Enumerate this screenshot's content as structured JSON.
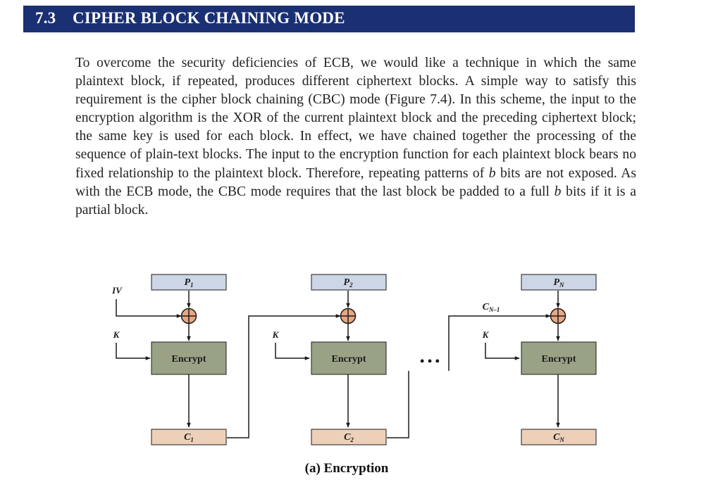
{
  "section": {
    "number": "7.3",
    "title": "CIPHER BLOCK CHAINING MODE"
  },
  "paragraph": {
    "p1": "To overcome the security deficiencies of ECB, we would like a technique in which the same plaintext block, if repeated, produces different ciphertext blocks. A simple way to satisfy this requirement is the cipher block chaining (CBC) mode (Figure 7.4). In this scheme, the input to the encryption algorithm is the XOR of the current plaintext block and the preceding ciphertext block; the same key is used for each block. In effect, we have chained together the processing of the sequence of plain-text blocks. The input to the encryption function for each plaintext block bears no fixed relationship to the plaintext block. Therefore, repeating patterns of ",
    "b1": "b",
    "p2": " bits are not exposed. As with the ECB mode, the CBC mode requires that the last block be padded to a full ",
    "b2": "b",
    "p3": " bits if it is a partial block."
  },
  "figure": {
    "caption": "(a) Encryption",
    "iv_label": "IV",
    "key_label": "K",
    "encrypt_label": "Encrypt",
    "ellipsis": "• • •",
    "chain_label": {
      "base": "C",
      "sub": "N–1"
    },
    "plaintext": [
      {
        "base": "P",
        "sub": "1"
      },
      {
        "base": "P",
        "sub": "2"
      },
      {
        "base": "P",
        "sub": "N"
      }
    ],
    "ciphertext": [
      {
        "base": "C",
        "sub": "1"
      },
      {
        "base": "C",
        "sub": "2"
      },
      {
        "base": "C",
        "sub": "N"
      }
    ],
    "colors": {
      "plaintext_fill": "#cdd6e6",
      "encrypt_fill": "#9aa286",
      "ciphertext_fill": "#eed0b9",
      "xor_fill": "#e9a683",
      "line": "#1a1a1a",
      "header_bar": "#1a3072"
    }
  }
}
